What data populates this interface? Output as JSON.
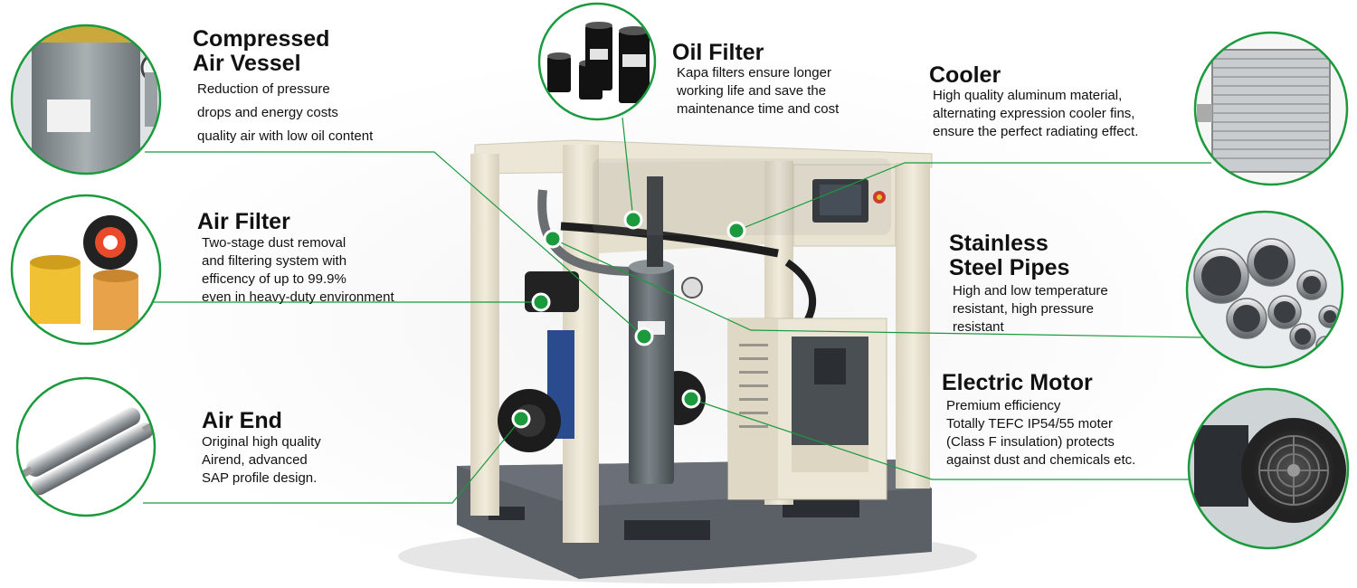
{
  "colors": {
    "accent": "#1a9a3c",
    "frame": "#e9e4d3",
    "base": "#595d64",
    "tank": "#5b6366"
  },
  "callouts": {
    "vessel": {
      "title": [
        "Compressed",
        "Air Vessel"
      ],
      "desc": [
        "Reduction of  pressure",
        "drops and energy costs",
        "quality air with low oil content"
      ],
      "icon": "air-vessel-photo"
    },
    "oil_filter": {
      "title": [
        "Oil Filter"
      ],
      "desc": [
        "Kapa filters ensure longer",
        "working life and save the",
        "maintenance time and cost"
      ],
      "icon": "oil-filter-photo"
    },
    "cooler": {
      "title": [
        "Cooler"
      ],
      "desc": [
        "High quality aluminum material,",
        "alternating expression cooler fins,",
        "ensure the perfect radiating effect."
      ],
      "icon": "cooler-photo"
    },
    "air_filter": {
      "title": [
        "Air Filter"
      ],
      "desc": [
        "Two-stage dust removal",
        "and filtering system with",
        "efficency of up to 99.9%",
        "even in heavy-duty environment"
      ],
      "icon": "air-filter-photo"
    },
    "pipes": {
      "title": [
        "Stainless",
        "Steel Pipes"
      ],
      "desc": [
        "High and low  temperature",
        "resistant, high  pressure",
        "resistant"
      ],
      "icon": "steel-pipes-photo"
    },
    "air_end": {
      "title": [
        "Air End"
      ],
      "desc": [
        "Original high quality",
        "Airend, advanced",
        "SAP profile design."
      ],
      "icon": "screw-rotor-photo"
    },
    "motor": {
      "title": [
        "Electric Motor"
      ],
      "desc": [
        "Premium efficiency",
        "Totally TEFC IP54/55 moter",
        "(Class F insulation) protects",
        "against dust and chemicals etc."
      ],
      "icon": "electric-motor-photo"
    }
  }
}
